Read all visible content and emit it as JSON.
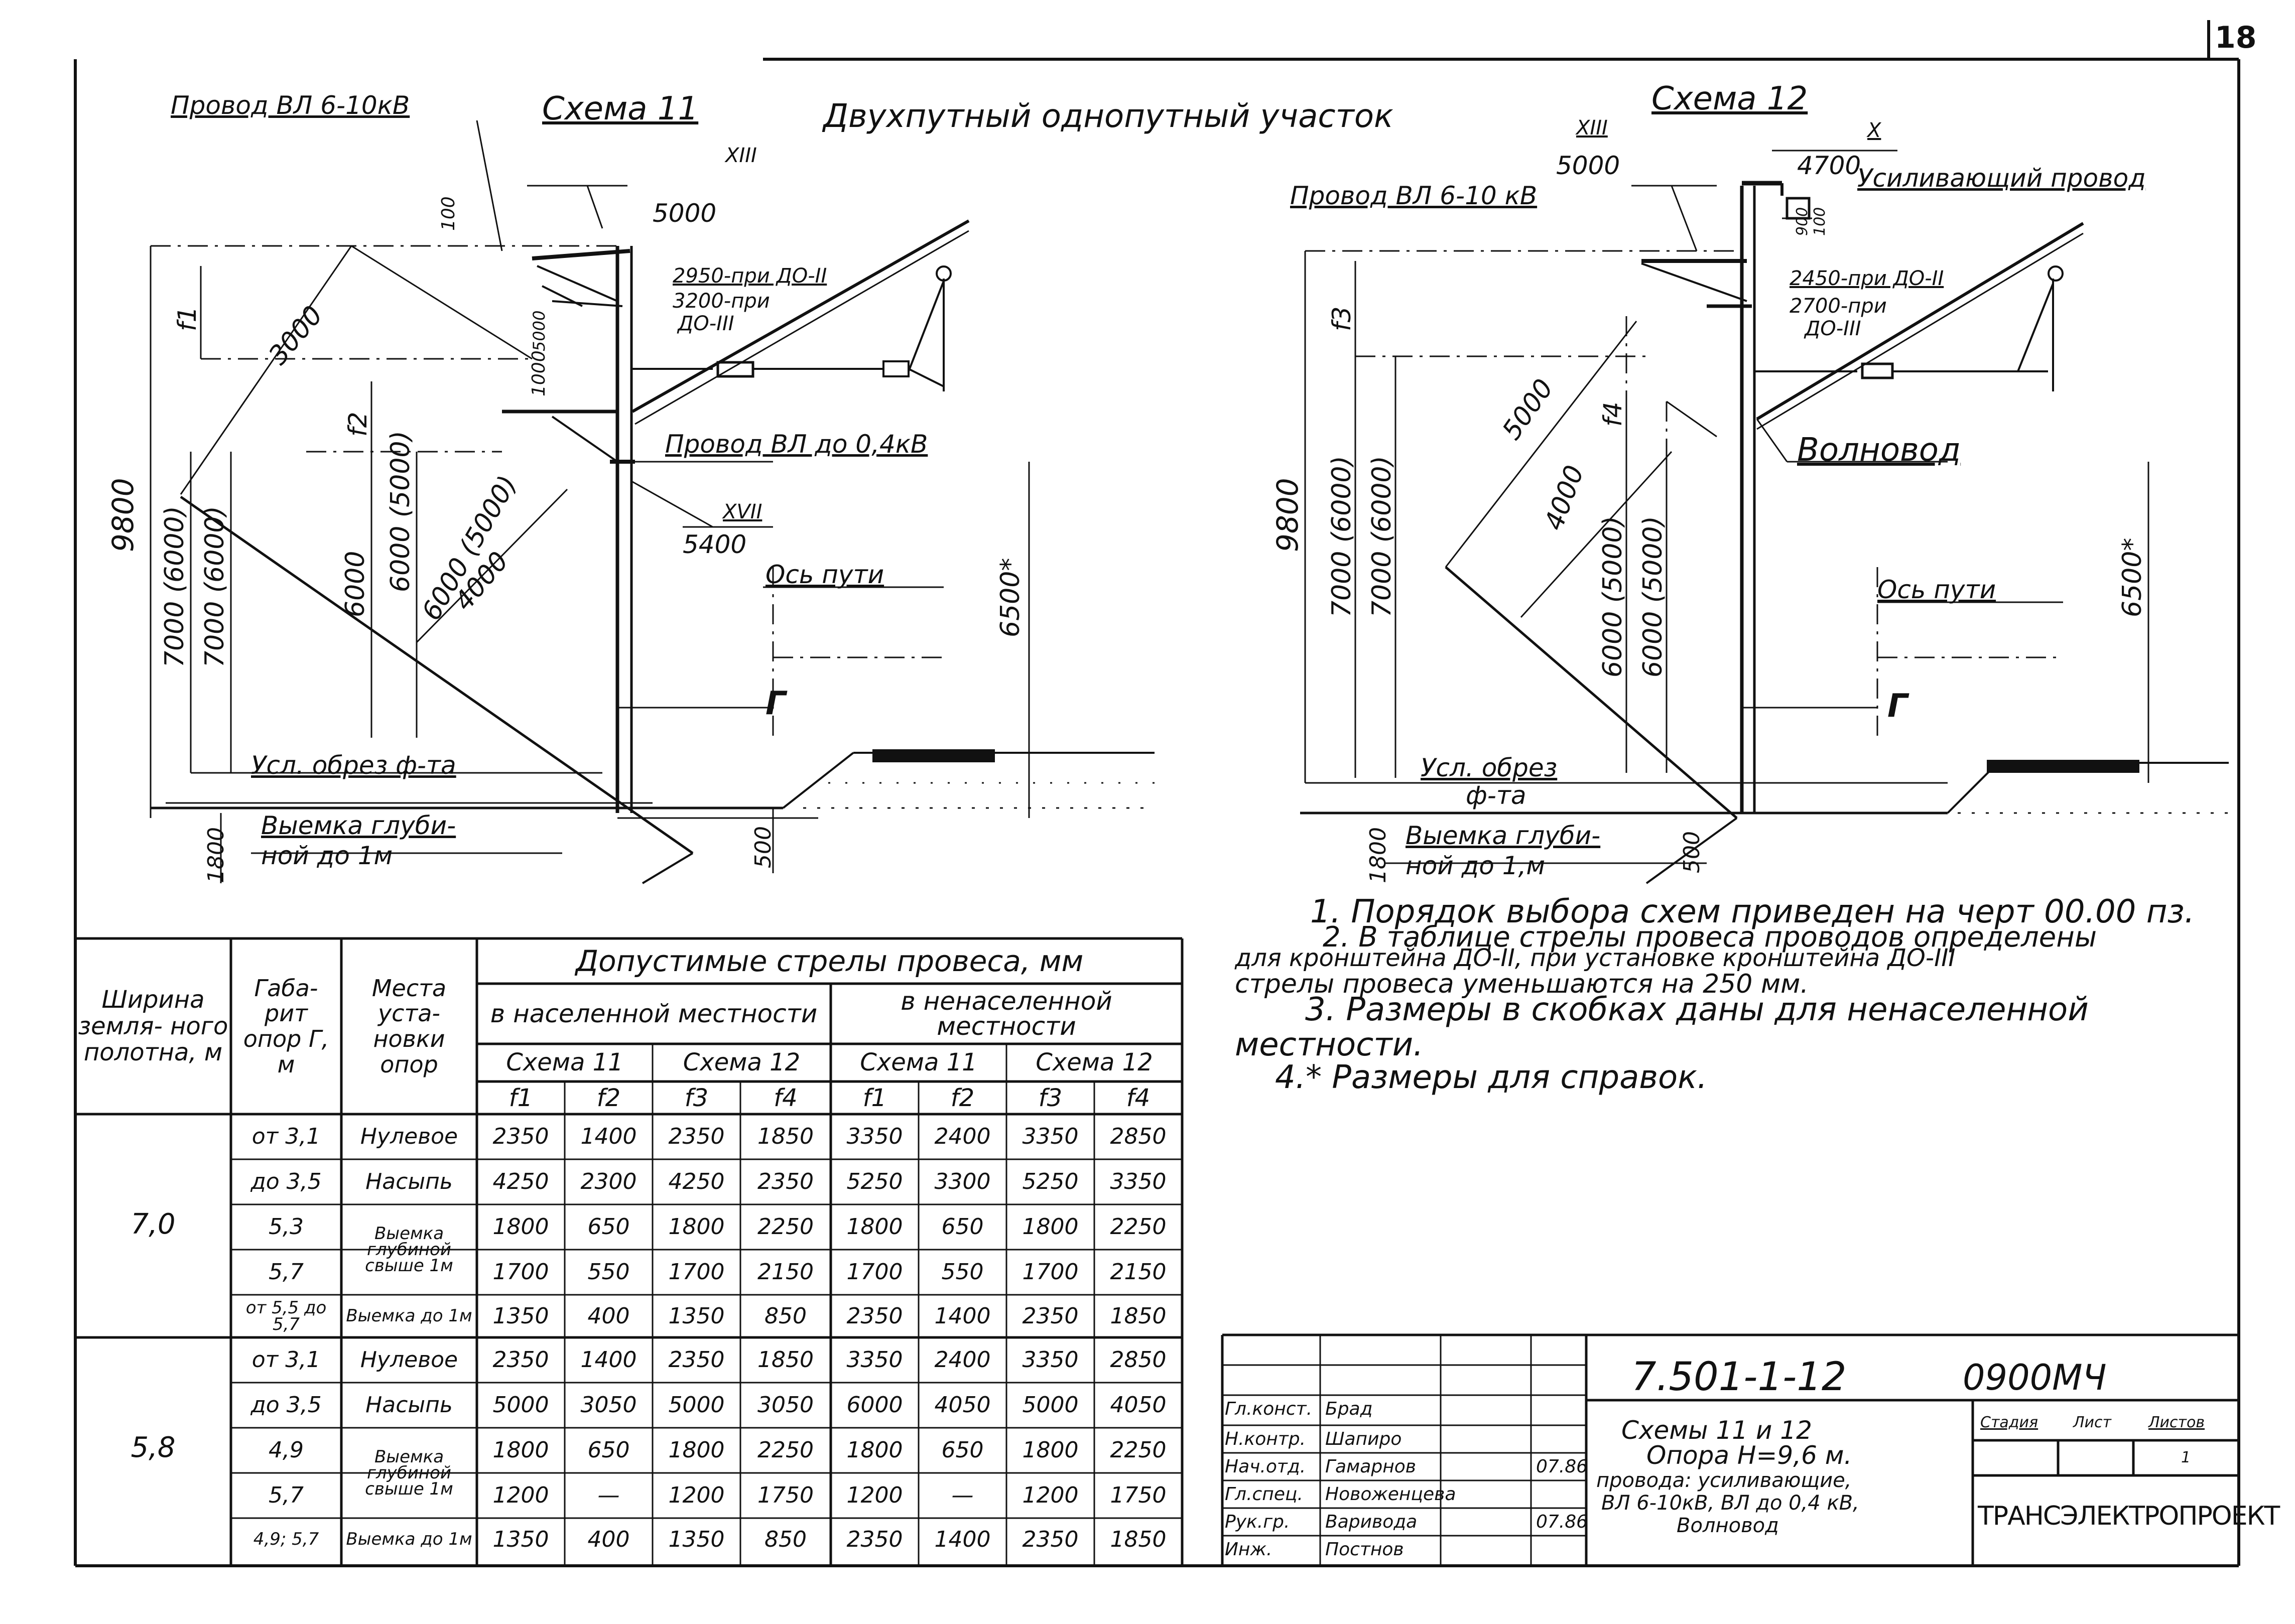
{
  "sheet": {
    "page_number": "18",
    "title": "Двухпутный однопутный участок"
  },
  "scheme11": {
    "title": "Схема 11",
    "wire_top": "Провод ВЛ 6-10кВ",
    "wire_low": "Провод ВЛ до 0,4кВ",
    "mark_top_roman": "XIII",
    "mark_top_value": "5000",
    "mark_mid_roman": "XVII",
    "mark_mid_value": "5400",
    "note_at_bracket_1": "2950-при ДО-II",
    "note_at_bracket_2": "3200-при",
    "note_at_bracket_3": "ДО-III",
    "track_axis": "Ось пути",
    "gauge": "Г",
    "cut": "Усл. обрез ф-та",
    "excavation_1": "Выемка глуби-",
    "excavation_2": "ной до 1м",
    "dims": {
      "d9800": "9800",
      "d7000a": "7000 (6000)",
      "d7000b": "7000 (6000)",
      "d6000": "6000",
      "d6000b": "6000 (5000)",
      "d6000c": "6000 (5000)",
      "d5000": "5000",
      "d4000": "4000",
      "d3000": "3000",
      "d100": "100",
      "d1000": "1000",
      "d6500": "6500*",
      "d1800": "1800",
      "d500": "500",
      "f1": "f1",
      "f2": "f2"
    }
  },
  "scheme12": {
    "title": "Схема 12",
    "wire_top": "Провод ВЛ 6-10 кВ",
    "reinforcing": "Усиливающий провод",
    "mark_left_roman": "XIII",
    "mark_left_value": "5000",
    "mark_right_roman": "X",
    "mark_right_value": "4700",
    "note_at_bracket_1": "2450-при ДО-II",
    "note_at_bracket_2": "2700-при",
    "note_at_bracket_3": "ДО-III",
    "waveguide": "Волновод",
    "track_axis": "Ось пути",
    "gauge": "Г",
    "cut_1": "Усл. обрез",
    "cut_2": "ф-та",
    "excavation_1": "Выемка глуби-",
    "excavation_2": "ной до 1,м",
    "dims": {
      "d9800": "9800",
      "d7000a": "7000 (6000)",
      "d7000b": "7000 (6000)",
      "d6000a": "6000 (5000)",
      "d6000b": "6000 (5000)",
      "d5000": "5000",
      "d4000": "4000",
      "d6500": "6500*",
      "d1800": "1800",
      "d500": "500",
      "d900": "900",
      "d100": "100",
      "f3": "f3",
      "f4": "f4"
    }
  },
  "notes": {
    "n1": "1. Порядок выбора схем приведен на черт 00.00 пз.",
    "n2a": "2. В таблице стрелы провеса проводов определены",
    "n2b": "для кронштейна ДО-II, при установке кронштейна ДО-III",
    "n2c": "стрелы провеса уменьшаются на 250 мм.",
    "n3a": "3. Размеры в скобках даны для ненаселенной",
    "n3b": "местности.",
    "n4": "4.* Размеры для справок."
  },
  "table": {
    "h_width": "Ширина земля- ного полотна, м",
    "h_gauge": "Габа- рит опор Г, м",
    "h_place": "Места уста- новки опор",
    "h_main": "Допустимые стрелы провеса, мм",
    "h_populated": "в населенной местности",
    "h_unpopulated": "в ненаселенной местности",
    "h_s11a": "Схема 11",
    "h_s12a": "Схема 12",
    "h_s11b": "Схема 11",
    "h_s12b": "Схема 12",
    "f": [
      "f1",
      "f2",
      "f3",
      "f4",
      "f1",
      "f2",
      "f3",
      "f4"
    ],
    "groups": [
      {
        "width": "7,0",
        "rows": [
          {
            "gauge": "от 3,1",
            "place": "Нулевое",
            "v": [
              "2350",
              "1400",
              "2350",
              "1850",
              "3350",
              "2400",
              "3350",
              "2850"
            ]
          },
          {
            "gauge": "до 3,5",
            "place": "Насыпь",
            "v": [
              "4250",
              "2300",
              "4250",
              "2350",
              "5250",
              "3300",
              "5250",
              "3350"
            ]
          },
          {
            "gauge": "5,3",
            "place": "Выемка глубиной свыше 1м",
            "v": [
              "1800",
              "650",
              "1800",
              "2250",
              "1800",
              "650",
              "1800",
              "2250"
            ]
          },
          {
            "gauge": "5,7",
            "place": "",
            "v": [
              "1700",
              "550",
              "1700",
              "2150",
              "1700",
              "550",
              "1700",
              "2150"
            ]
          },
          {
            "gauge": "от 5,5 до 5,7",
            "place": "Выемка до 1м",
            "v": [
              "1350",
              "400",
              "1350",
              "850",
              "2350",
              "1400",
              "2350",
              "1850"
            ]
          }
        ]
      },
      {
        "width": "5,8",
        "rows": [
          {
            "gauge": "от 3,1",
            "place": "Нулевое",
            "v": [
              "2350",
              "1400",
              "2350",
              "1850",
              "3350",
              "2400",
              "3350",
              "2850"
            ]
          },
          {
            "gauge": "до 3,5",
            "place": "Насыпь",
            "v": [
              "5000",
              "3050",
              "5000",
              "3050",
              "6000",
              "4050",
              "5000",
              "4050"
            ]
          },
          {
            "gauge": "4,9",
            "place": "Выемка глубиной свыше 1м",
            "v": [
              "1800",
              "650",
              "1800",
              "2250",
              "1800",
              "650",
              "1800",
              "2250"
            ]
          },
          {
            "gauge": "5,7",
            "place": "",
            "v": [
              "1200",
              "—",
              "1200",
              "1750",
              "1200",
              "—",
              "1200",
              "1750"
            ]
          },
          {
            "gauge": "4,9; 5,7",
            "place": "Выемка до 1м",
            "v": [
              "1350",
              "400",
              "1350",
              "850",
              "2350",
              "1400",
              "2350",
              "1850"
            ]
          }
        ]
      }
    ]
  },
  "title_block": {
    "code": "7.501-1-12",
    "sheet_code": "0900МЧ",
    "roles": [
      "Гл.конст.",
      "Н.контр.",
      "Нач.отд.",
      "Гл.спец.",
      "Рук.гр.",
      "Инж."
    ],
    "names": [
      "Брад",
      "Шапиро",
      "Гамарнов",
      "Новоженцева",
      "Варивода",
      "Постнов"
    ],
    "dates": [
      "",
      "",
      "07.86",
      "",
      "07.86",
      ""
    ],
    "desc_1": "Схемы 11 и 12",
    "desc_2": "Опора Н=9,6 м.",
    "desc_3": "провода: усиливающие,",
    "desc_4": "ВЛ 6-10кВ, ВЛ до 0,4 кВ,",
    "desc_5": "Волновод",
    "stage": "Стадия",
    "sheet": "Лист",
    "sheets": "Листов",
    "sheets_value": "1",
    "org": "ТРАНСЭЛЕКТРОПРОЕКТ"
  }
}
